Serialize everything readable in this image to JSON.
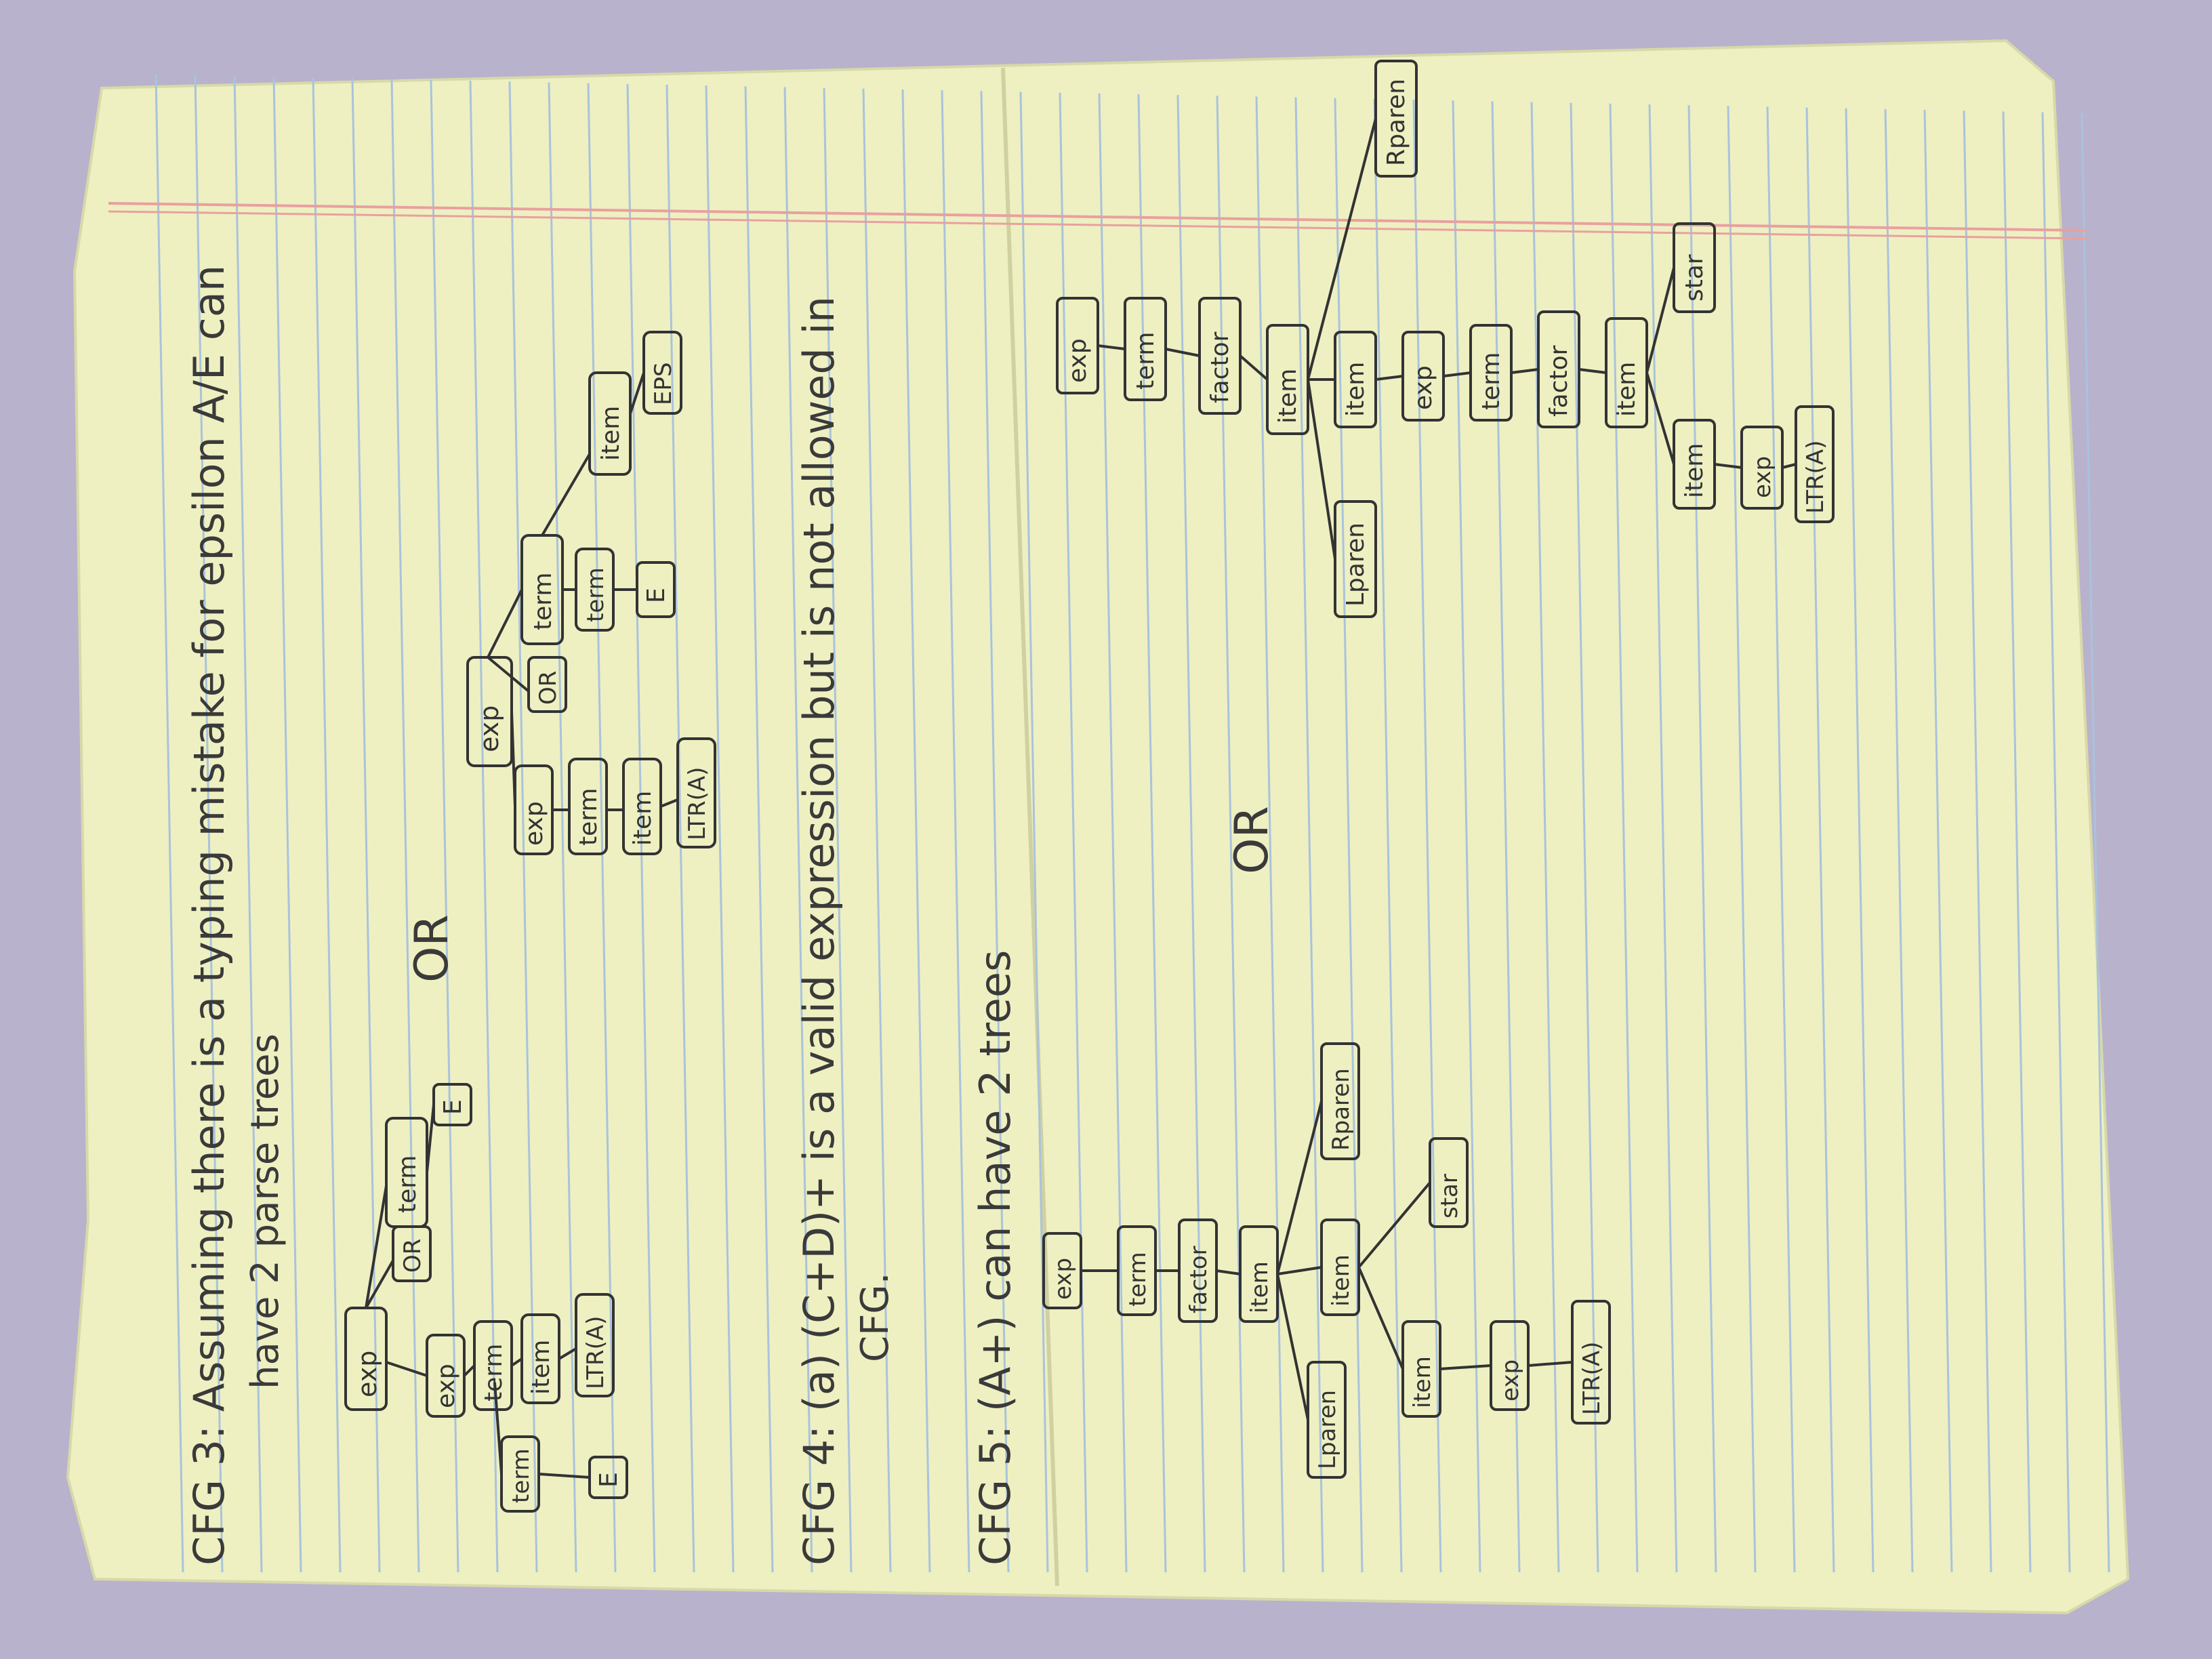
{
  "document": {
    "type": "handwritten note on yellow lined paper",
    "background_color": "#b8b2cc",
    "paper_color": "#eef0c2",
    "line_color": "#a9c3dc",
    "margin_line_color": "#e9a0a0",
    "ink_color": "#3a3a3a"
  },
  "cfg3": {
    "heading_line1": "CFG 3: Assuming there is a typing mistake for epsilon A/E can",
    "heading_line2": "have 2 parse trees",
    "or_label": "OR",
    "tree1": {
      "nodes": [
        "exp",
        "OR",
        "term",
        "E",
        "exp",
        "term",
        "item",
        "LTR(A)",
        "term",
        "E"
      ]
    },
    "tree2": {
      "nodes": [
        "exp",
        "OR",
        "term",
        "item",
        "EPS",
        "exp",
        "term",
        "item",
        "LTR(A)",
        "term",
        "E"
      ]
    }
  },
  "cfg4": {
    "heading_line1": "CFG 4: (a) (C+D)+ is a valid expression but is not allowed in",
    "heading_line2": "CFG."
  },
  "cfg5": {
    "heading": "CFG 5: (A+) can have 2 trees",
    "or_label": "OR",
    "tree1": {
      "nodes": [
        "exp",
        "term",
        "factor",
        "item",
        "Lparen",
        "Rparen",
        "item",
        "star",
        "item",
        "exp",
        "LTR(A)"
      ]
    },
    "tree2": {
      "nodes": [
        "exp",
        "term",
        "factor",
        "item",
        "Lparen",
        "Rparen",
        "item",
        "exp",
        "term",
        "factor",
        "item",
        "star",
        "item",
        "exp",
        "LTR(A)"
      ]
    }
  }
}
